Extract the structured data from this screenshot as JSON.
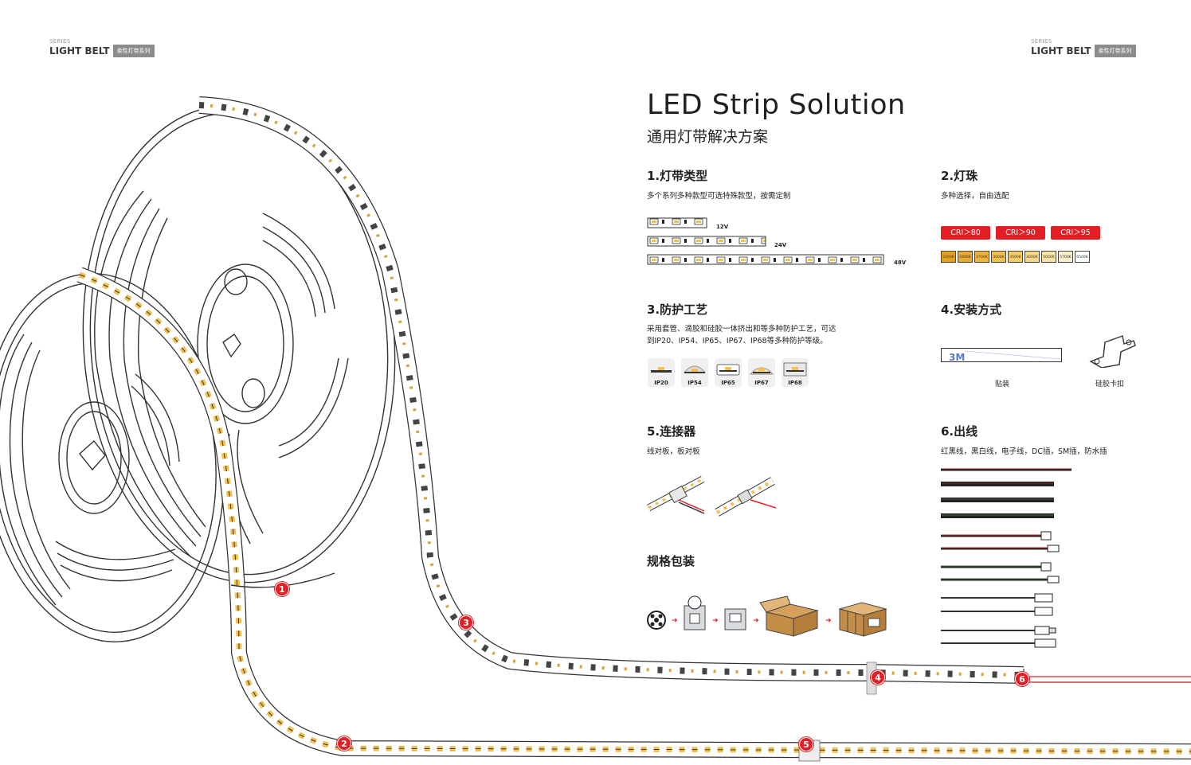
{
  "header_left": {
    "series": "SERIES",
    "belt": "LIGHT BELT",
    "tag": "柔性灯带系列"
  },
  "header_right": {
    "series": "SERIES",
    "belt": "LIGHT BELT",
    "tag": "柔性灯带系列"
  },
  "title": "LED Strip Solution",
  "subtitle": "通用灯带解决方案",
  "sections": {
    "strip_type": {
      "heading": "1.灯带类型",
      "desc": "多个系列多种款型可选特殊款型，按需定制",
      "voltages": [
        "12V",
        "24V",
        "48V"
      ]
    },
    "beads": {
      "heading": "2.灯珠",
      "desc": "多种选择，自由选配",
      "cri": [
        "CRI＞80",
        "CRI＞90",
        "CRI＞95"
      ],
      "cct": [
        "2200K",
        "2400K",
        "2700K",
        "3000K",
        "3500K",
        "4000K",
        "5000K",
        "5700K",
        "6500K"
      ],
      "cct_colors": [
        "#e8a020",
        "#eba82c",
        "#f0b43a",
        "#f3c04e",
        "#f5cc66",
        "#f7d884",
        "#f9e4a6",
        "#fbeecb",
        "#ffffff"
      ]
    },
    "protection": {
      "heading": "3.防护工艺",
      "desc_line1": "采用套管、滴胶和硅胶一体挤出和等多种防护工艺，可达",
      "desc_line2": "到IP20、IP54、IP65、IP67、IP68等多种防护等级。",
      "levels": [
        "IP20",
        "IP54",
        "IP65",
        "IP67",
        "IP68"
      ]
    },
    "install": {
      "heading": "4.安装方式",
      "tape_text": "3M",
      "options": [
        "贴装",
        "硅胶卡扣"
      ]
    },
    "connector": {
      "heading": "5.连接器",
      "desc": "线对板，板对板"
    },
    "outlet": {
      "heading": "6.出线",
      "desc": "红黑线，黑白线，电子线，DC插，SM插，防水插"
    },
    "packaging": {
      "heading": "规格包装"
    }
  },
  "callouts": [
    "1",
    "2",
    "3",
    "4",
    "5",
    "6"
  ],
  "colors": {
    "accent": "#e31e24",
    "text": "#231f20",
    "led": "#f2c14e"
  }
}
